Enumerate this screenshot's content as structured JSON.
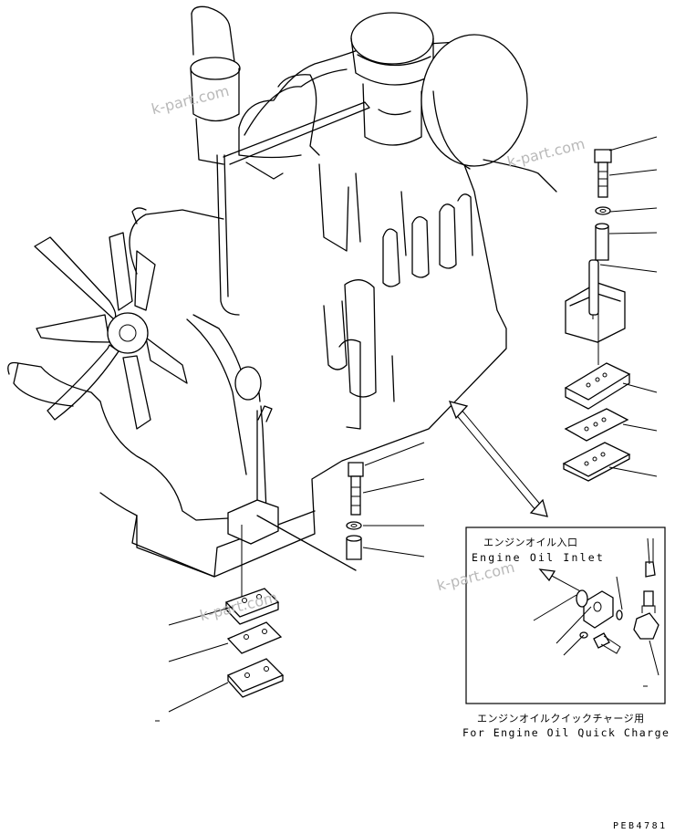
{
  "inset": {
    "inlet_label_jp": "エンジンオイル入口",
    "inlet_label_en": "Engine Oil Inlet",
    "caption_jp": "エンジンオイルクイックチャージ用",
    "caption_en": "For Engine Oil Quick Charge"
  },
  "drawing_number": "PEB4781",
  "watermark": "k-part.com",
  "colors": {
    "line": "#000000",
    "watermark": "#b9b9b9",
    "background": "#ffffff"
  }
}
